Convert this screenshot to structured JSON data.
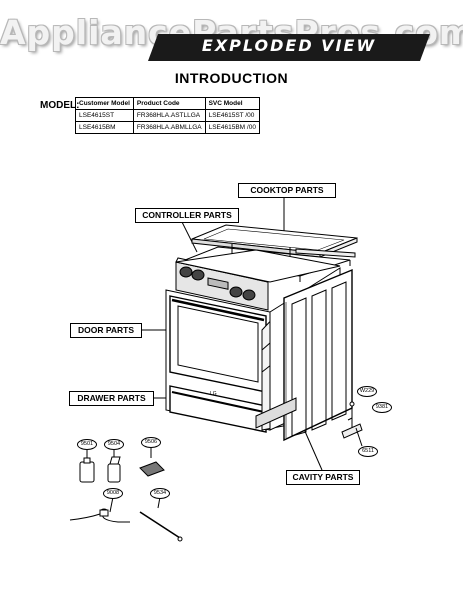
{
  "watermark": "AppliancePartsPros.com",
  "header": {
    "banner": "EXPLODED VIEW",
    "title": "INTRODUCTION"
  },
  "model_table": {
    "label": "MODEL:",
    "columns": [
      "Customer Model",
      "Product Code",
      "SVC Model"
    ],
    "rows": [
      [
        "LSE4615ST",
        "FR368HLA.ASTLLGA",
        "LSE4615ST /00"
      ],
      [
        "LSE4615BM",
        "FR368HLA.ABMLLGA",
        "LSE4615BM /00"
      ]
    ]
  },
  "callouts": {
    "cooktop": "COOKTOP PARTS",
    "controller": "CONTROLLER PARTS",
    "door": "DOOR PARTS",
    "drawer": "DRAWER PARTS",
    "cavity": "CAVITY PARTS"
  },
  "part_numbers": {
    "p9501": "9501",
    "p9504": "9504",
    "p9506": "9506",
    "p9008": "9008",
    "p9534": "9534",
    "w229": "W229",
    "p9381": "9381",
    "p6511": "6511"
  },
  "brand_mark": "LG"
}
